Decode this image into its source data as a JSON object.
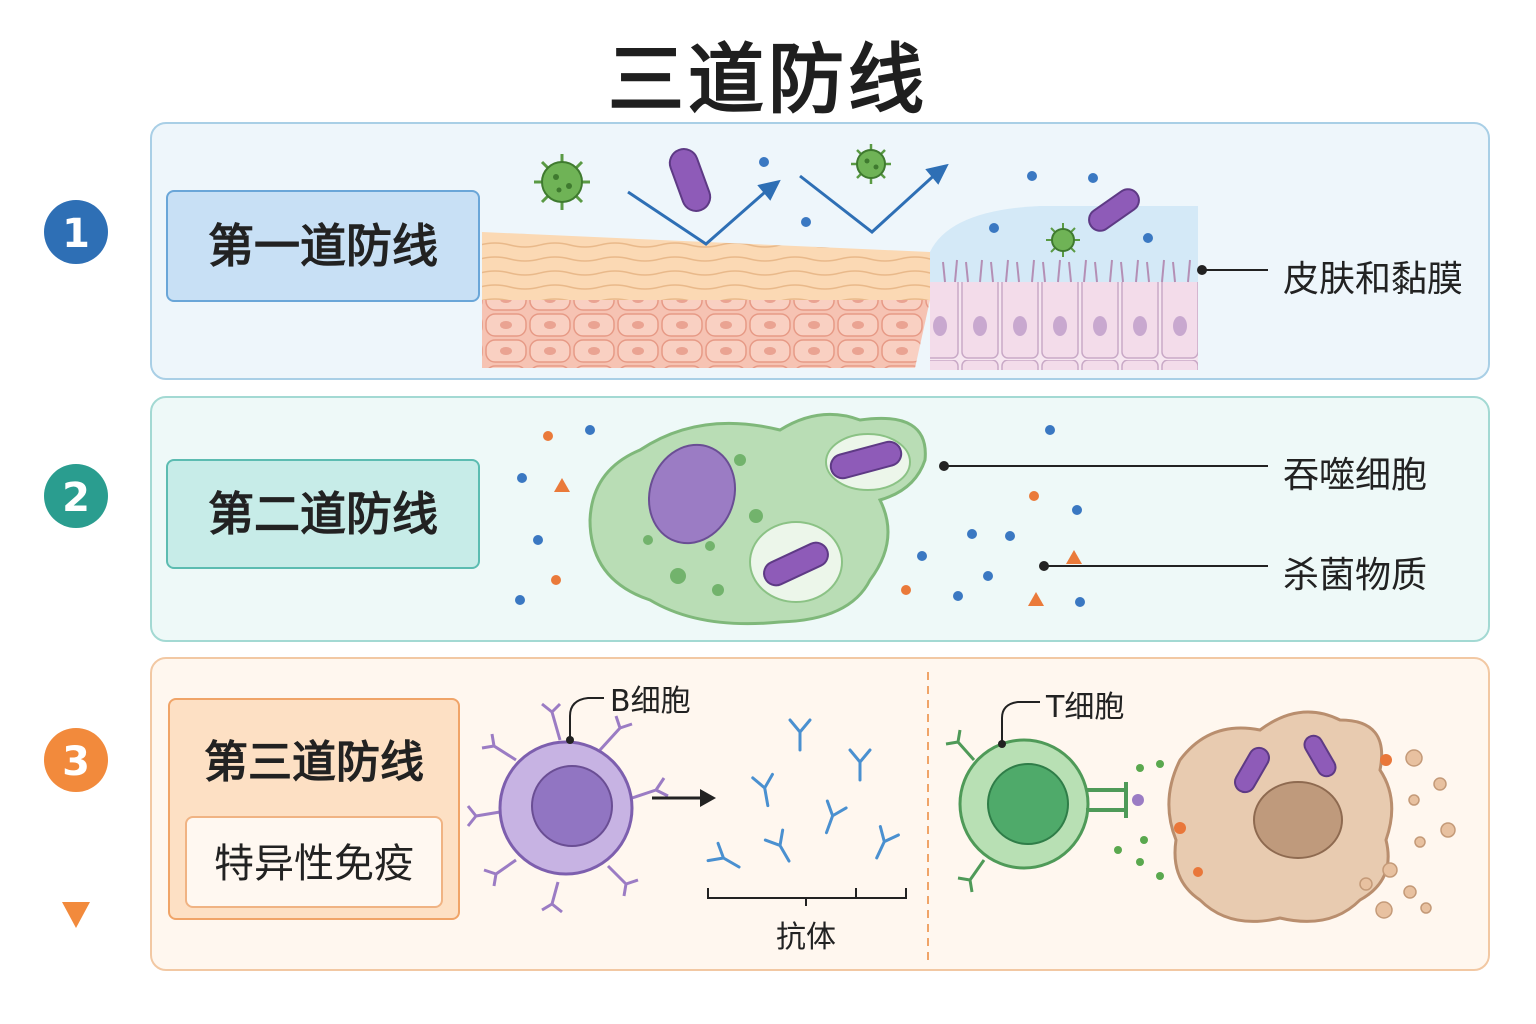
{
  "title": "三道防线",
  "steps": [
    {
      "number": "1",
      "color": "#2e6fb5"
    },
    {
      "number": "2",
      "color": "#2a9d8f"
    },
    {
      "number": "3",
      "color": "#f28a3c"
    }
  ],
  "lines": [
    {
      "label": "第一道防线",
      "callouts": [
        "皮肤和黏膜"
      ]
    },
    {
      "label": "第二道防线",
      "callouts": [
        "吞噬细胞",
        "杀菌物质"
      ]
    },
    {
      "label": "第三道防线",
      "sublabel": "特异性免疫",
      "labels": {
        "b_cell": "B细胞",
        "t_cell": "T细胞",
        "antibody": "抗体"
      }
    }
  ],
  "colors": {
    "line1": "#4a90d0",
    "line2": "#3fb3a5",
    "line3": "#f39a4f",
    "bacteria": "#8e5bb8",
    "virus": "#5a9a44"
  }
}
